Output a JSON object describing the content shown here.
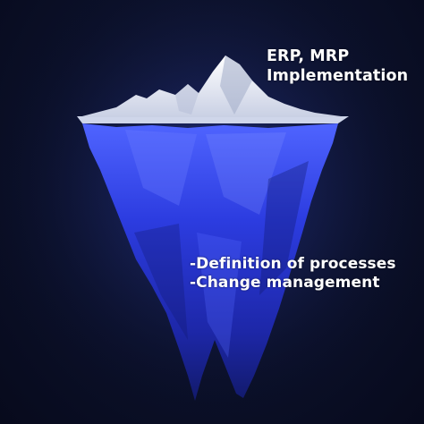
{
  "image": {
    "description": "",
    "background_color": "#0a0f26",
    "ice_color": "#e8ecf6",
    "underwater_color": "#2d3fd8"
  },
  "labels": {
    "above_water": [
      "ERP, MRP",
      "Implementation"
    ],
    "below_water": [
      "-Definition of processes",
      "-Change management"
    ]
  }
}
